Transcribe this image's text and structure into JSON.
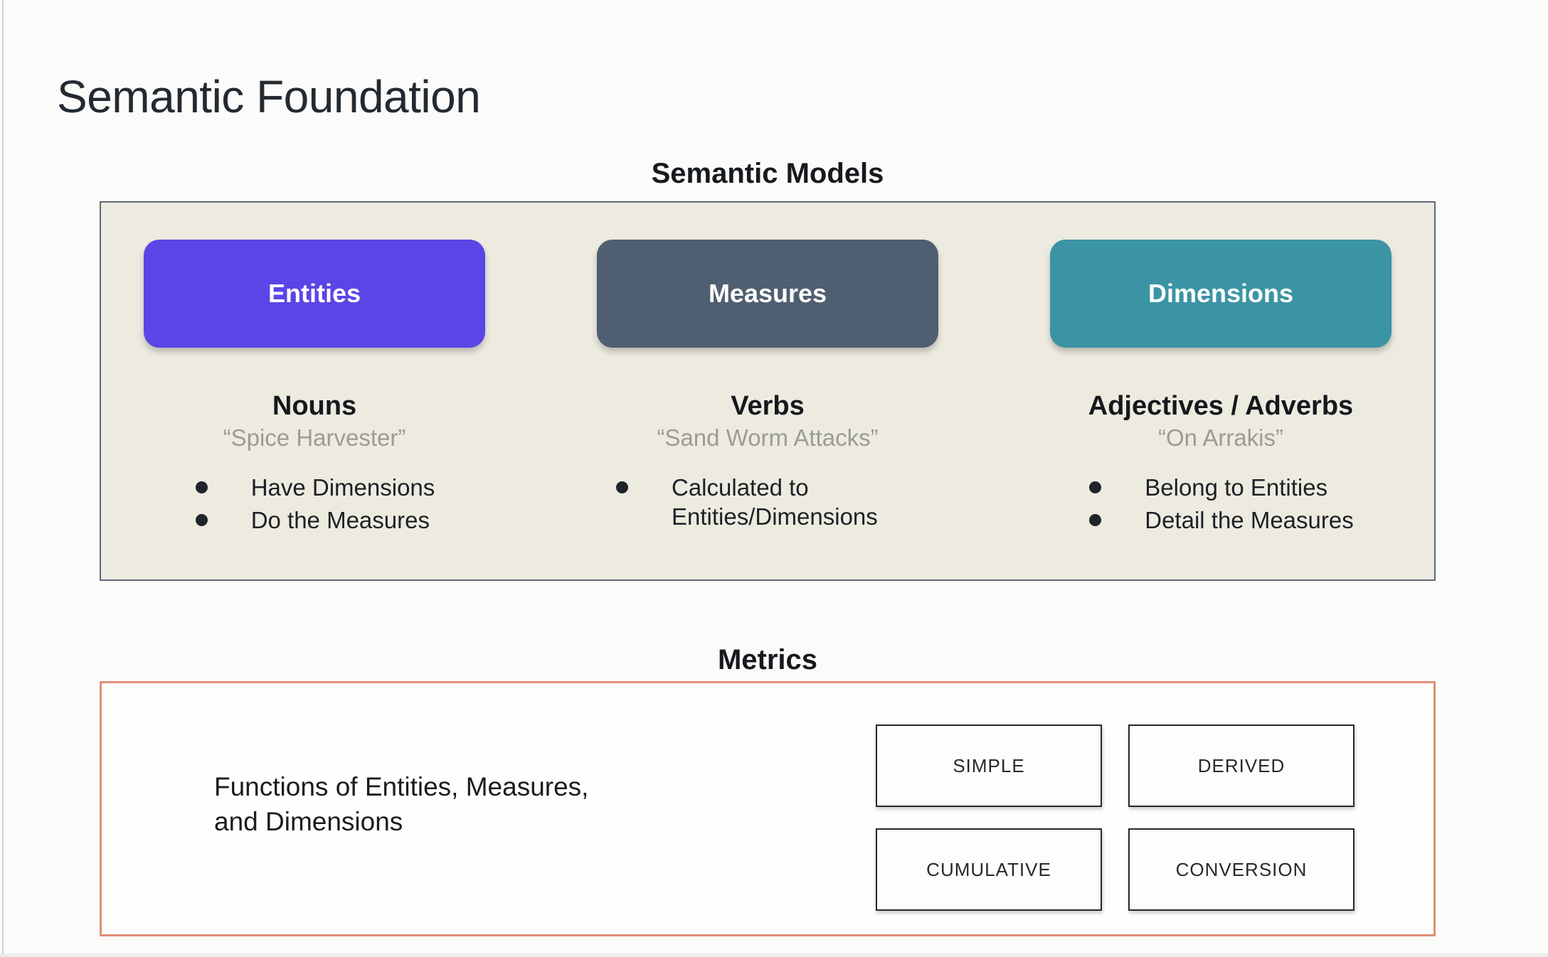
{
  "slide": {
    "title": "Semantic Foundation"
  },
  "semantic_models": {
    "heading": "Semantic Models",
    "columns": [
      {
        "label": "Entities",
        "color": "#5b45e6",
        "part_of_speech": "Nouns",
        "example": "“Spice Harvester”",
        "bullets": [
          "Have Dimensions",
          "Do the Measures"
        ]
      },
      {
        "label": "Measures",
        "color": "#4f5e71",
        "part_of_speech": "Verbs",
        "example": "“Sand Worm Attacks”",
        "bullets": [
          "Calculated to Entities/Dimensions"
        ]
      },
      {
        "label": "Dimensions",
        "color": "#3b94a4",
        "part_of_speech": "Adjectives / Adverbs",
        "example": "“On Arrakis”",
        "bullets": [
          "Belong to Entities",
          "Detail the Measures"
        ]
      }
    ]
  },
  "metrics": {
    "heading": "Metrics",
    "description_lines": [
      "Functions of Entities, Measures,",
      "and Dimensions"
    ],
    "types": [
      "SIMPLE",
      "DERIVED",
      "CUMULATIVE",
      "CONVERSION"
    ]
  },
  "colors": {
    "entities": "#5b45e6",
    "measures": "#4f5e71",
    "dimensions": "#3b94a4",
    "panel_background": "#edebe0",
    "panel_border": "#5f6a75",
    "metrics_border": "#dd9078",
    "heading_text": "#16191d",
    "muted_text": "#9b9b98"
  }
}
